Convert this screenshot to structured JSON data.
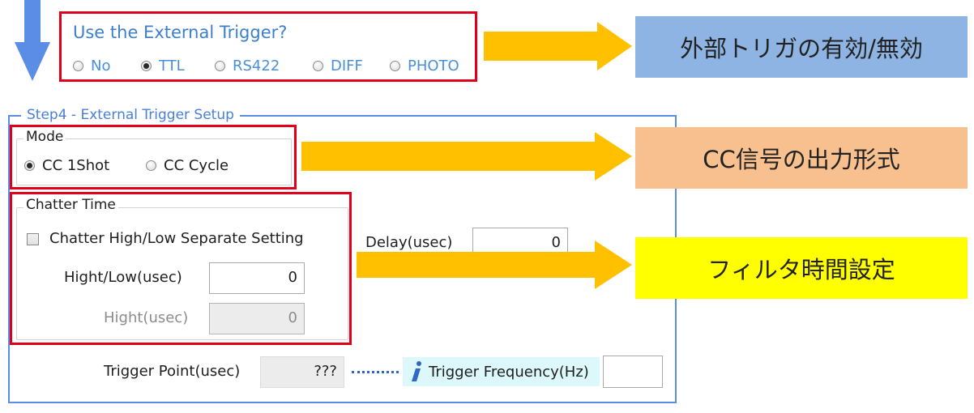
{
  "trigger": {
    "question": "Use the External Trigger?",
    "options": [
      {
        "label": "No",
        "selected": false
      },
      {
        "label": "TTL",
        "selected": true
      },
      {
        "label": "RS422",
        "selected": false
      },
      {
        "label": "DIFF",
        "selected": false
      },
      {
        "label": "PHOTO",
        "selected": false
      }
    ]
  },
  "step": {
    "title": "Step4 - External Trigger Setup",
    "mode": {
      "title": "Mode",
      "options": [
        {
          "label": "CC 1Shot",
          "selected": true
        },
        {
          "label": "CC Cycle",
          "selected": false
        }
      ]
    },
    "chatter": {
      "title": "Chatter Time",
      "separate_label": "Chatter High/Low Separate Setting",
      "separate_checked": false,
      "highlow_label": "Hight/Low(usec)",
      "highlow_value": "0",
      "high_label": "Hight(usec)",
      "high_value": "0"
    },
    "delay_label": "Delay(usec)",
    "delay_value": "0",
    "trigger_point_label": "Trigger Point(usec)",
    "trigger_point_value": "???",
    "trigger_freq_label": "Trigger Frequency(Hz)",
    "trigger_freq_value": ""
  },
  "annotations": [
    {
      "text": "外部トリガの有効/無効",
      "bg": "#8eb4e3"
    },
    {
      "text": "CC信号の出力形式",
      "bg": "#f8c08e"
    },
    {
      "text": "フィルタ時間設定",
      "bg": "#ffff00"
    }
  ],
  "colors": {
    "highlight_red": "#e0001b",
    "arrow_yellow": "#ffc000",
    "arrow_blue": "#5b8de6"
  }
}
